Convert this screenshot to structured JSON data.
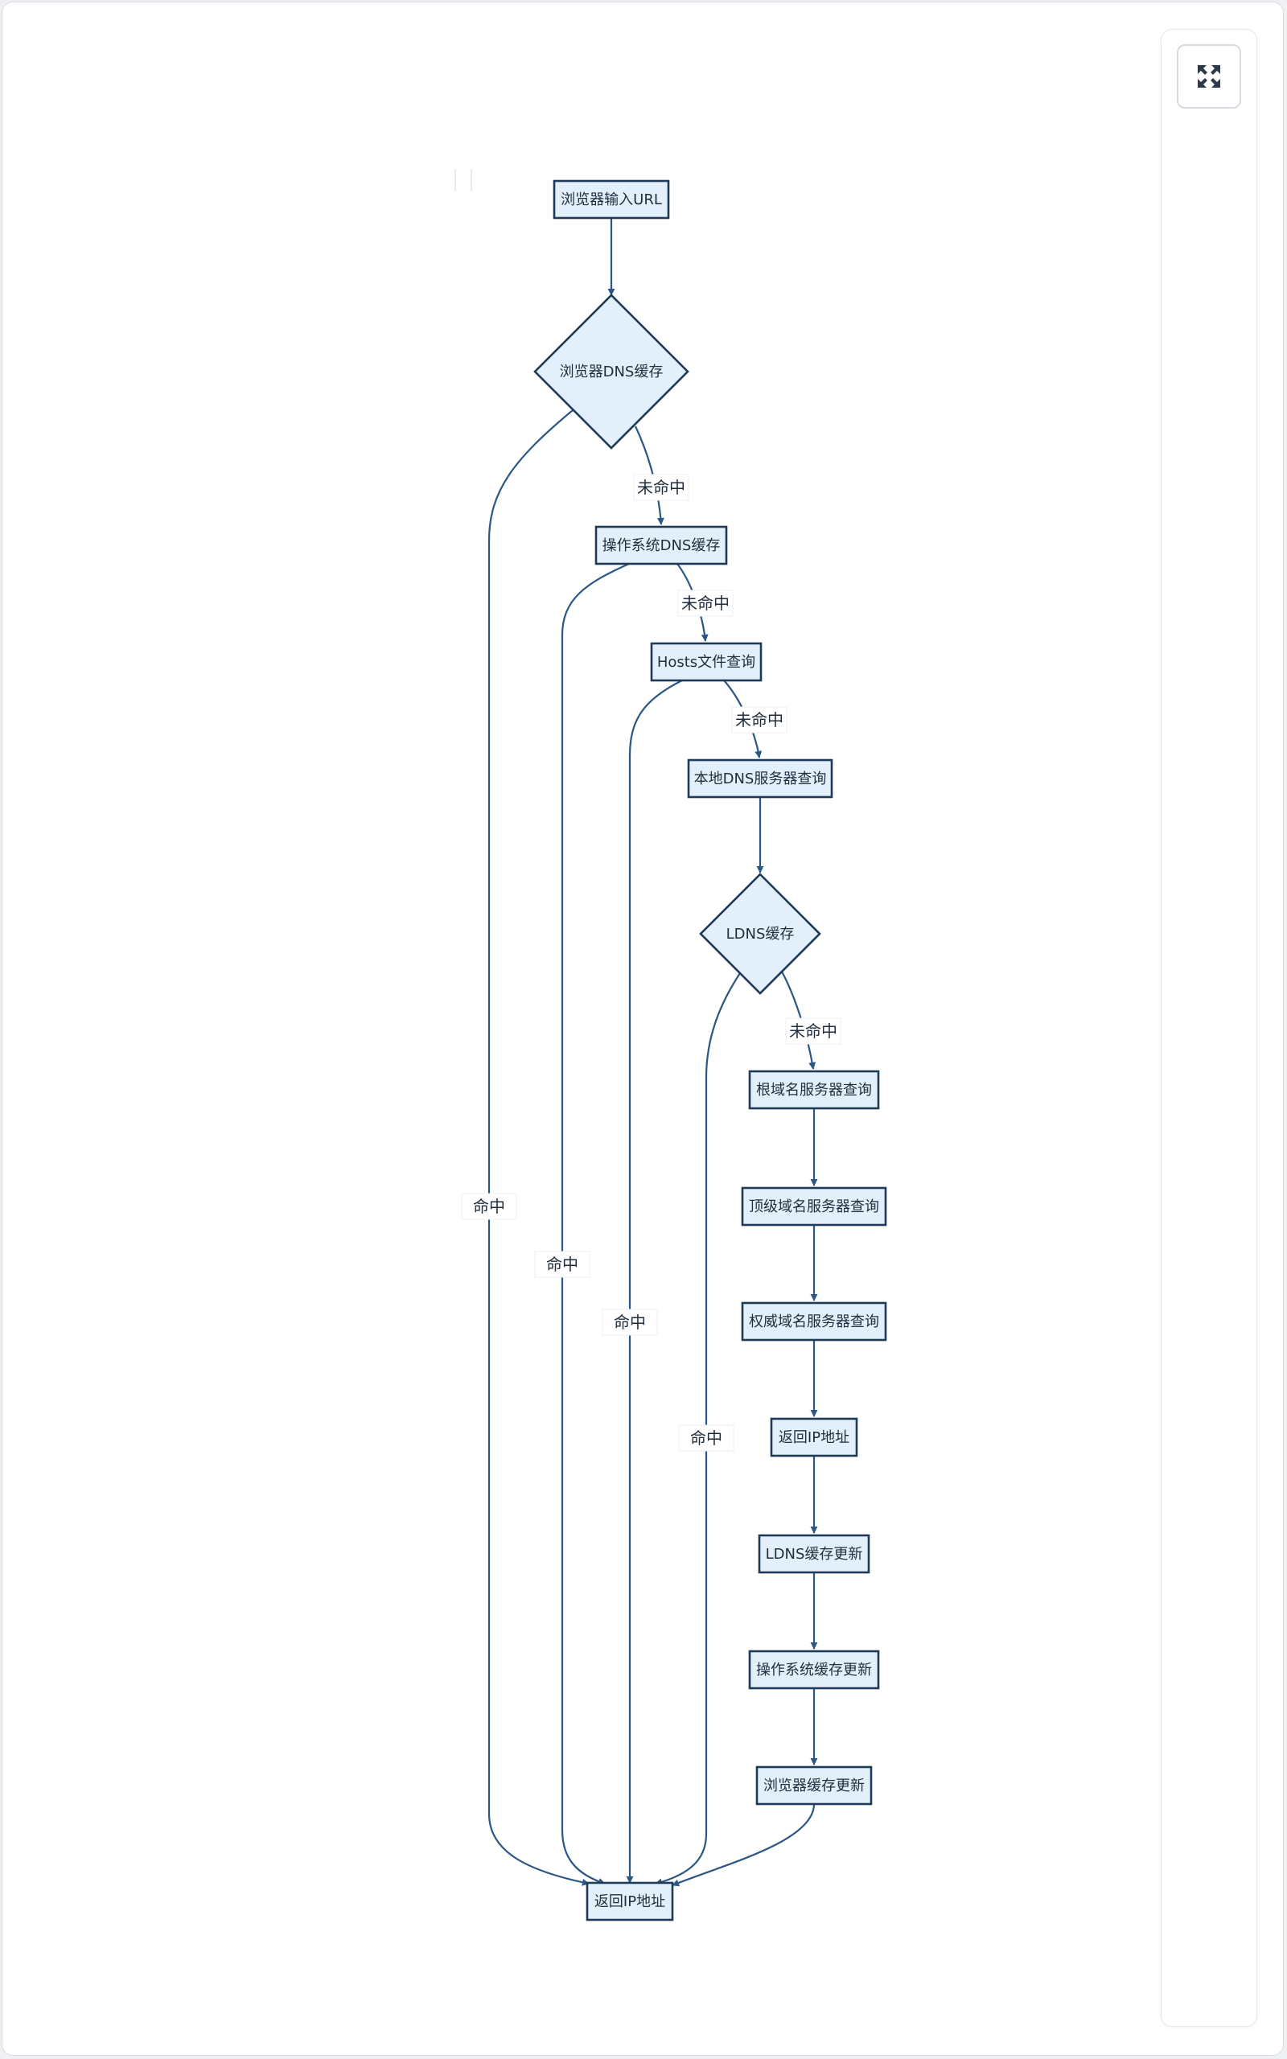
{
  "toolbar": {
    "fullscreen_icon": "expand-arrows-icon"
  },
  "colors": {
    "node_fill": "#e3f0fc",
    "node_stroke": "#1e3a56",
    "edge": "#2c5684",
    "text": "#1f2d3d"
  },
  "diagram": {
    "nodes": [
      {
        "id": "n1",
        "label": "浏览器输入URL",
        "shape": "rect"
      },
      {
        "id": "n2",
        "label": "浏览器DNS缓存",
        "shape": "diamond"
      },
      {
        "id": "n3",
        "label": "操作系统DNS缓存",
        "shape": "rect"
      },
      {
        "id": "n4",
        "label": "Hosts文件查询",
        "shape": "rect"
      },
      {
        "id": "n5",
        "label": "本地DNS服务器查询",
        "shape": "rect"
      },
      {
        "id": "n6",
        "label": "LDNS缓存",
        "shape": "diamond"
      },
      {
        "id": "n7",
        "label": "根域名服务器查询",
        "shape": "rect"
      },
      {
        "id": "n8",
        "label": "顶级域名服务器查询",
        "shape": "rect"
      },
      {
        "id": "n9",
        "label": "权威域名服务器查询",
        "shape": "rect"
      },
      {
        "id": "n10",
        "label": "返回IP地址",
        "shape": "rect"
      },
      {
        "id": "n11",
        "label": "LDNS缓存更新",
        "shape": "rect"
      },
      {
        "id": "n12",
        "label": "操作系统缓存更新",
        "shape": "rect"
      },
      {
        "id": "n13",
        "label": "浏览器缓存更新",
        "shape": "rect"
      },
      {
        "id": "n14",
        "label": "返回IP地址",
        "shape": "rect"
      }
    ],
    "edges": [
      {
        "id": "e1",
        "from": "n1",
        "to": "n2",
        "label": ""
      },
      {
        "id": "e2",
        "from": "n2",
        "to": "n3",
        "label": "未命中"
      },
      {
        "id": "e3",
        "from": "n3",
        "to": "n4",
        "label": "未命中"
      },
      {
        "id": "e4",
        "from": "n4",
        "to": "n5",
        "label": "未命中"
      },
      {
        "id": "e5",
        "from": "n5",
        "to": "n6",
        "label": ""
      },
      {
        "id": "e6",
        "from": "n6",
        "to": "n7",
        "label": "未命中"
      },
      {
        "id": "e7",
        "from": "n7",
        "to": "n8",
        "label": ""
      },
      {
        "id": "e8",
        "from": "n8",
        "to": "n9",
        "label": ""
      },
      {
        "id": "e9",
        "from": "n9",
        "to": "n10",
        "label": ""
      },
      {
        "id": "e10",
        "from": "n10",
        "to": "n11",
        "label": ""
      },
      {
        "id": "e11",
        "from": "n11",
        "to": "n12",
        "label": ""
      },
      {
        "id": "e12",
        "from": "n12",
        "to": "n13",
        "label": ""
      },
      {
        "id": "e13",
        "from": "n13",
        "to": "n14",
        "label": ""
      },
      {
        "id": "e14",
        "from": "n2",
        "to": "n14",
        "label": "命中"
      },
      {
        "id": "e15",
        "from": "n3",
        "to": "n14",
        "label": "命中"
      },
      {
        "id": "e16",
        "from": "n4",
        "to": "n14",
        "label": "命中"
      },
      {
        "id": "e17",
        "from": "n6",
        "to": "n14",
        "label": "命中"
      }
    ]
  }
}
